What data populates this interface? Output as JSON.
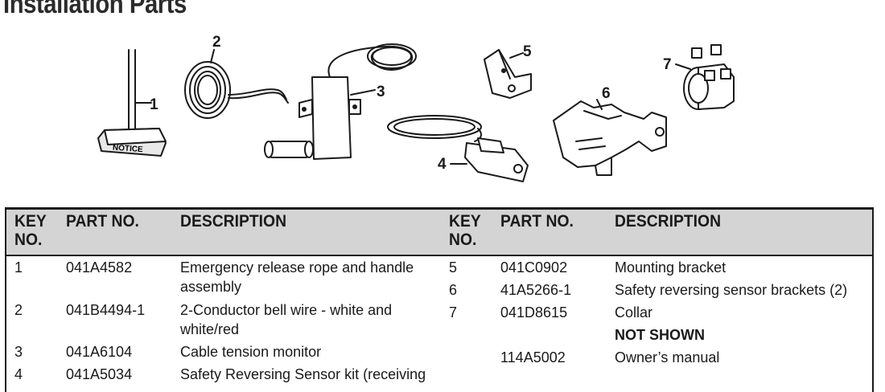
{
  "section_title": "Installation Parts",
  "figure": {
    "callouts": [
      "1",
      "2",
      "3",
      "4",
      "5",
      "6",
      "7"
    ],
    "handle_text": "NOTICE"
  },
  "table": {
    "headers": {
      "key_no": [
        "KEY",
        "NO."
      ],
      "part_no": "PART NO.",
      "description": "DESCRIPTION"
    },
    "left_rows": [
      {
        "key": "1",
        "part": "041A4582",
        "desc": [
          "Emergency release rope and handle",
          "assembly"
        ]
      },
      {
        "key": "2",
        "part": "041B4494-1",
        "desc": [
          "2-Conductor bell wire - white and",
          "white/red"
        ]
      },
      {
        "key": "3",
        "part": "041A6104",
        "desc": [
          "Cable tension monitor"
        ]
      },
      {
        "key": "4",
        "part": "041A5034",
        "desc": [
          "Safety Reversing Sensor kit (receiving"
        ]
      }
    ],
    "right_rows": [
      {
        "key": "5",
        "part": "041C0902",
        "desc": "Mounting bracket"
      },
      {
        "key": "6",
        "part": "41A5266-1",
        "desc": "Safety reversing sensor brackets (2)"
      },
      {
        "key": "7",
        "part": "041D8615",
        "desc": "Collar"
      }
    ],
    "not_shown_label": "NOT SHOWN",
    "not_shown_rows": [
      {
        "part": "114A5002",
        "desc": "Owner’s manual"
      }
    ]
  }
}
